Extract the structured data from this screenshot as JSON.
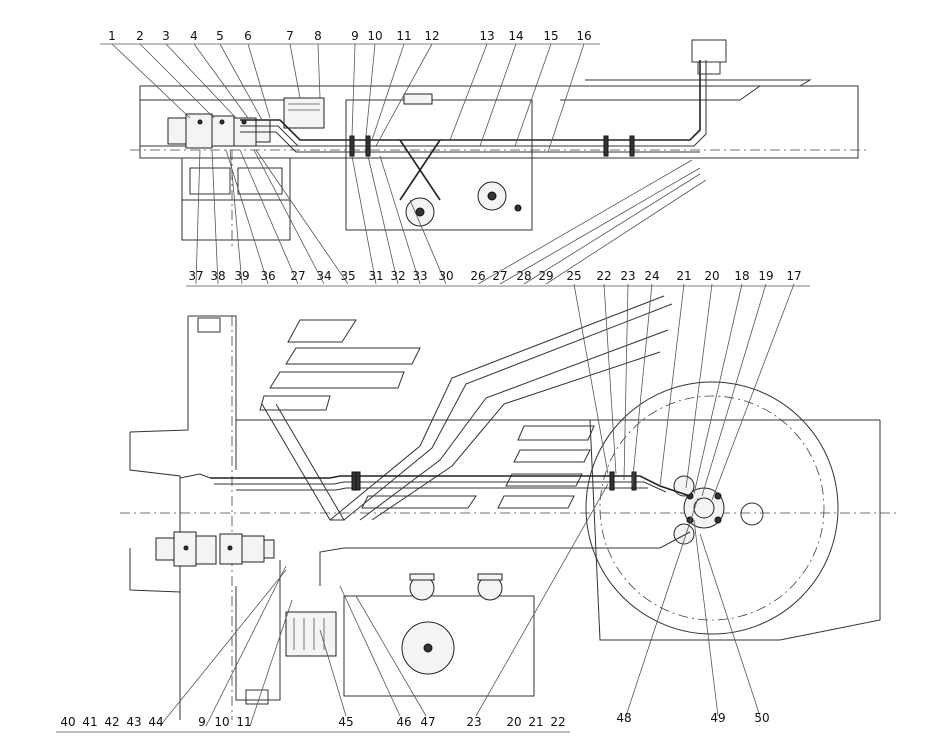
{
  "top_view": {
    "upper_labels": [
      "1",
      "2",
      "3",
      "4",
      "5",
      "6",
      "7",
      "8",
      "9",
      "10",
      "11",
      "12",
      "13",
      "14",
      "15",
      "16"
    ],
    "lower_labels": [
      "37",
      "38",
      "39",
      "36",
      "27",
      "34",
      "35",
      "31",
      "32",
      "33",
      "30",
      "26",
      "27",
      "28",
      "29"
    ]
  },
  "plan_view": {
    "upper_right_labels": [
      "25",
      "22",
      "23",
      "24",
      "21",
      "20",
      "18",
      "19",
      "17"
    ],
    "bottom_labels": [
      "40",
      "41",
      "42",
      "43",
      "44",
      "9",
      "10",
      "11",
      "45",
      "46",
      "47",
      "23",
      "20",
      "21",
      "22",
      "48",
      "49",
      "50"
    ]
  }
}
